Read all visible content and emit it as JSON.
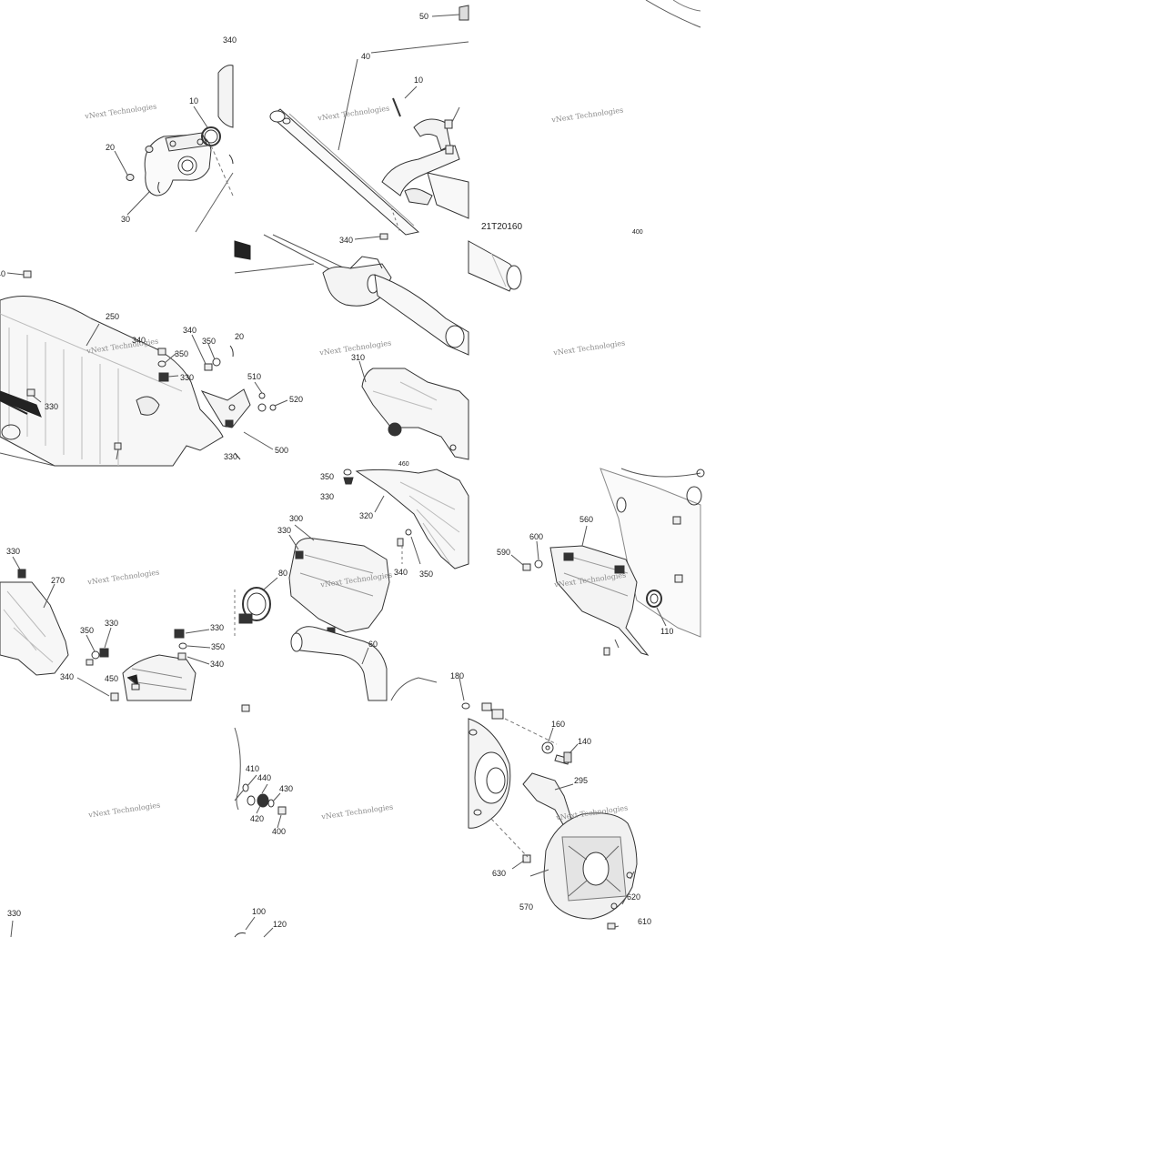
{
  "diagram": {
    "drawing_code": "21T20160",
    "watermark": "vNext Technologies",
    "tiles": [
      {
        "id": "r0c0",
        "callouts": [
          "340",
          "10",
          "20",
          "30"
        ]
      },
      {
        "id": "r0c1",
        "callouts": [
          "50",
          "40",
          "10",
          "340"
        ]
      },
      {
        "id": "r0c2",
        "callouts": [
          "400"
        ]
      },
      {
        "id": "r1c0",
        "callouts": [
          "340",
          "250",
          "340",
          "350",
          "340",
          "350",
          "20",
          "330",
          "330",
          "510",
          "520",
          "500",
          "330"
        ]
      },
      {
        "id": "r1c1",
        "callouts": [
          "310",
          "460"
        ]
      },
      {
        "id": "r1c2",
        "callouts": []
      },
      {
        "id": "r2c0",
        "callouts": [
          "330",
          "270",
          "350",
          "330",
          "330",
          "350",
          "340",
          "340",
          "450"
        ]
      },
      {
        "id": "r2c1",
        "callouts": [
          "350",
          "330",
          "320",
          "300",
          "330",
          "80",
          "340",
          "350",
          "60"
        ]
      },
      {
        "id": "r2c2",
        "callouts": [
          "560",
          "600",
          "590",
          "110"
        ]
      },
      {
        "id": "r3c0",
        "callouts": [
          "330"
        ]
      },
      {
        "id": "r3c1",
        "callouts": [
          "410",
          "440",
          "430",
          "420",
          "400",
          "100",
          "120"
        ]
      },
      {
        "id": "r3c2",
        "callouts": [
          "180",
          "160",
          "140",
          "295",
          "630",
          "570",
          "620",
          "610"
        ]
      }
    ]
  }
}
